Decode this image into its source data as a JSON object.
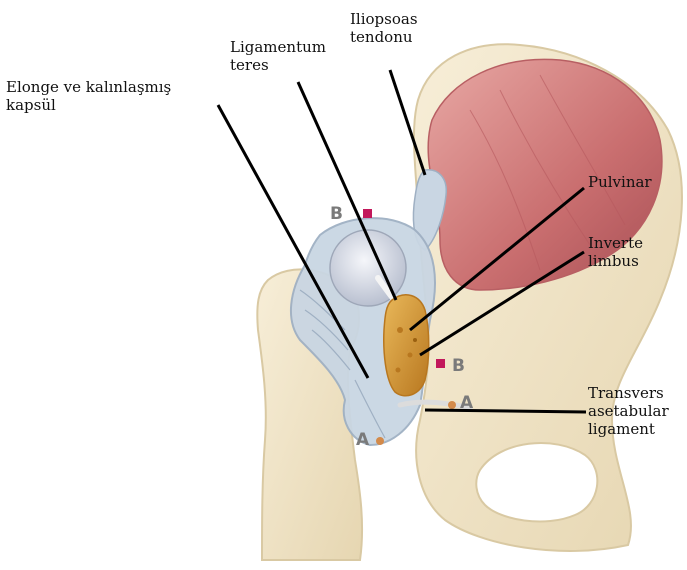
{
  "labels": {
    "iliopsoas_line1": "Iliopsoas",
    "iliopsoas_line2": "tendonu",
    "ligamentum_line1": "Ligamentum",
    "ligamentum_line2": "teres",
    "elonge_line1": "Elonge ve kalınlaşmış",
    "elonge_line2": "kapsül",
    "pulvinar": "Pulvinar",
    "inverte_line1": "Inverte",
    "inverte_line2": "limbus",
    "transvers_line1": "Transvers",
    "transvers_line2": "asetabular",
    "transvers_line3": "ligament"
  },
  "markers": {
    "b_upper": "B",
    "b_lower": "B",
    "a_right": "A",
    "a_left": "A"
  },
  "colors": {
    "bone": "#f2e7cc",
    "bone_edge": "#d9c9a3",
    "muscle": "#d98c8c",
    "muscle_dark": "#b85f63",
    "capsule": "#c9d6e3",
    "capsule_edge": "#9fb0c3",
    "femoral_head": "#e3e6ee",
    "limbus": "#d9a03c",
    "limbus_dark": "#b8771f",
    "marker_b": "#c2185b",
    "marker_a": "#d38a4a",
    "leader_line": "#000000"
  }
}
